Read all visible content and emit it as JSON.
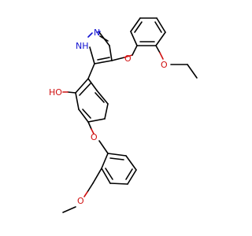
{
  "colors": {
    "carbon": "#000000",
    "nitrogen": "#1010d0",
    "oxygen": "#d01010",
    "background": "#ffffff"
  },
  "atoms": {
    "n_top": "N",
    "nh": "NH",
    "o_aryl_ether": "O",
    "o_ethoxy": "O",
    "oh": "HO",
    "o_benzyl_ether": "O",
    "o_methoxy": "O"
  }
}
